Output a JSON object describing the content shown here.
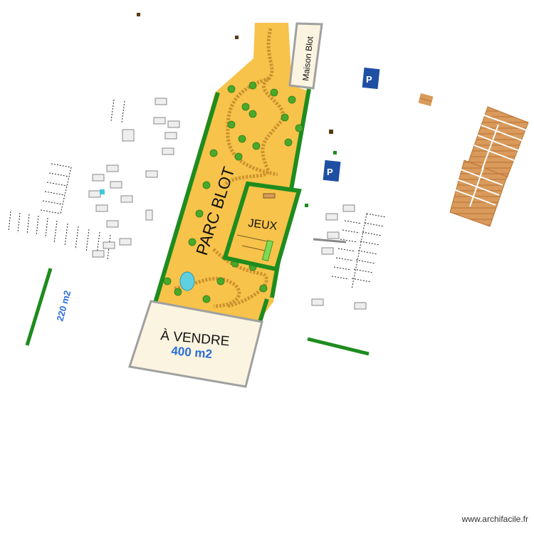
{
  "plan": {
    "park_label": "PARC BLOT",
    "games_label": "JEUX",
    "house_label": "Maison Blot",
    "sale_label": "À VENDRE",
    "sale_area": "400 m2",
    "strip_area": "220 m2"
  },
  "colors": {
    "park_fill": "#f7c34a",
    "hedge": "#1e8c1e",
    "plot_fill": "#fbf4e0",
    "plot_border": "#a0a0a0",
    "area_text": "#2a6fdb",
    "parking_sign": "#1e4fa3",
    "deck_wood": "#d99a5b"
  },
  "icons": [
    "parking-disabled-icon",
    "parking-disabled-icon",
    "tree-icon",
    "pond-icon",
    "bench-icon"
  ],
  "footer": {
    "credit": "www.archifacile.fr"
  }
}
